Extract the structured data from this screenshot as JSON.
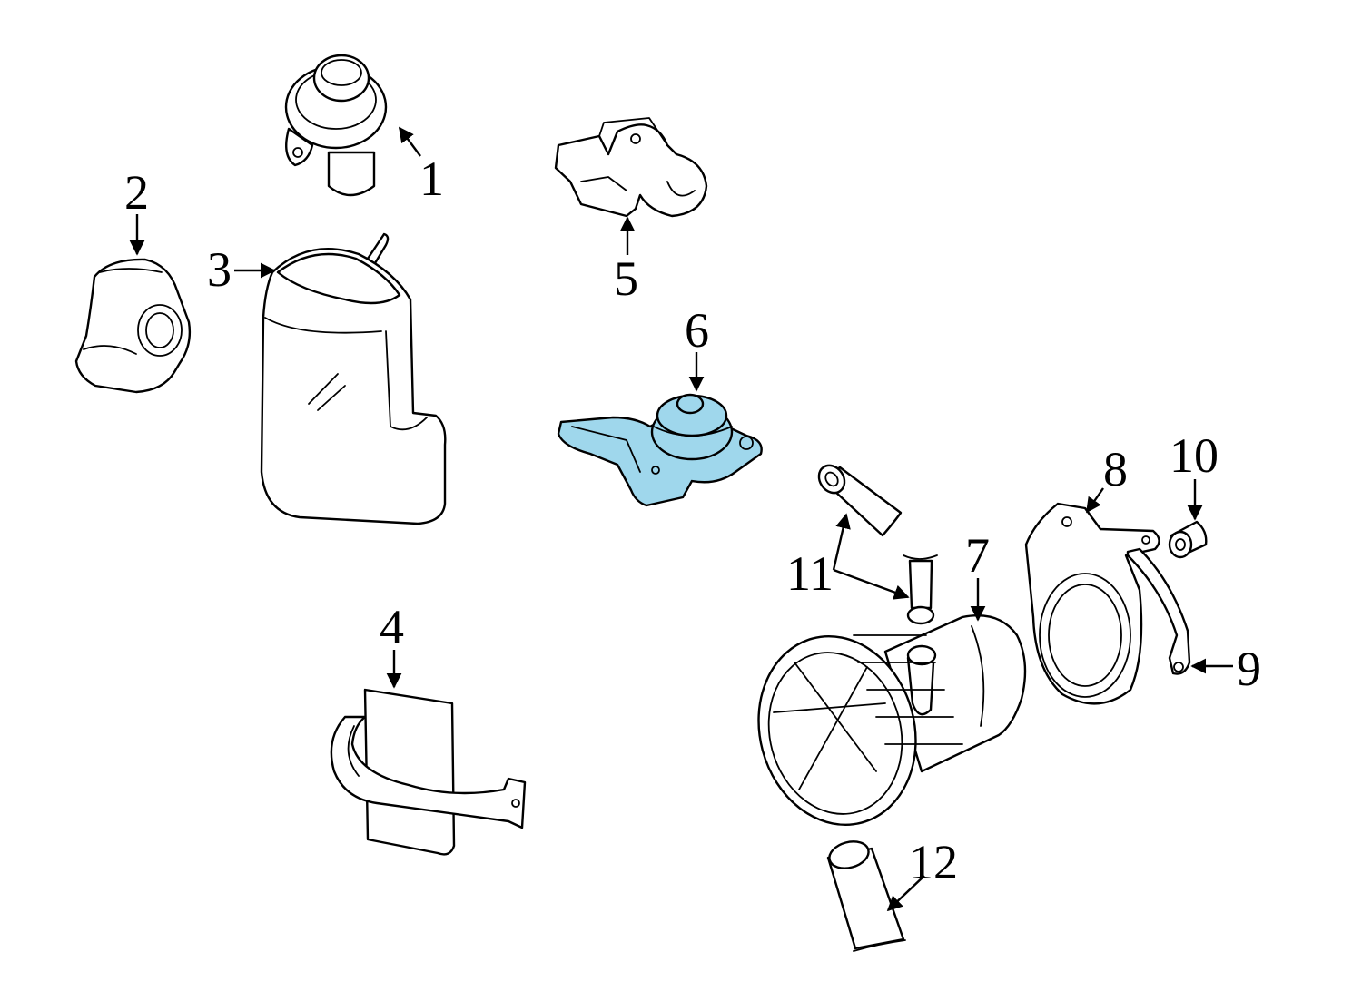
{
  "highlight_color": "#9fd7ec",
  "callouts": [
    {
      "id": "1",
      "text": "1"
    },
    {
      "id": "2",
      "text": "2"
    },
    {
      "id": "3",
      "text": "3"
    },
    {
      "id": "4",
      "text": "4"
    },
    {
      "id": "5",
      "text": "5"
    },
    {
      "id": "6",
      "text": "6"
    },
    {
      "id": "7",
      "text": "7"
    },
    {
      "id": "8",
      "text": "8"
    },
    {
      "id": "9",
      "text": "9"
    },
    {
      "id": "10",
      "text": "10"
    },
    {
      "id": "11",
      "text": "11"
    },
    {
      "id": "12",
      "text": "12"
    }
  ],
  "highlighted_part": "6"
}
